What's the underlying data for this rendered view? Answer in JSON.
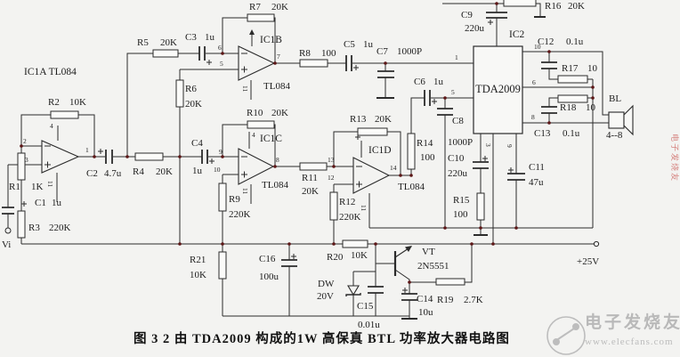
{
  "caption": {
    "text": "图 3 2  由 TDA2009 构成的1W 高保真 BTL 功率放大器电路图"
  },
  "labels": {
    "input": "Vi",
    "supply": "+25V",
    "speaker": "BL",
    "speaker_impedance": "4--8"
  },
  "ics": {
    "ic1a_header": "IC1A TL084",
    "ic1b": {
      "name": "IC1B",
      "part": "TL084"
    },
    "ic1c": {
      "name": "IC1C",
      "part": "TL084"
    },
    "ic1d": {
      "name": "IC1D",
      "part": "TL084"
    },
    "ic2": {
      "name": "IC2",
      "part": "TDA2009"
    }
  },
  "components": {
    "r1": {
      "ref": "R1",
      "value": "1K"
    },
    "r2": {
      "ref": "R2",
      "value": "10K"
    },
    "r3": {
      "ref": "R3",
      "value": "220K"
    },
    "r4": {
      "ref": "R4",
      "value": "20K"
    },
    "r5": {
      "ref": "R5",
      "value": "20K"
    },
    "r6": {
      "ref": "R6",
      "value": "20K"
    },
    "r7": {
      "ref": "R7",
      "value": "20K"
    },
    "r8": {
      "ref": "R8",
      "value": "100"
    },
    "r9": {
      "ref": "R9",
      "value": "220K"
    },
    "r10": {
      "ref": "R10",
      "value": "20K"
    },
    "r11": {
      "ref": "R11",
      "value": "20K"
    },
    "r12": {
      "ref": "R12",
      "value": "220K"
    },
    "r13": {
      "ref": "R13",
      "value": "20K"
    },
    "r14": {
      "ref": "R14",
      "value": "100"
    },
    "r15": {
      "ref": "R15",
      "value": "100"
    },
    "r16": {
      "ref": "R16",
      "value": "20K"
    },
    "r17": {
      "ref": "R17",
      "value": "10"
    },
    "r18": {
      "ref": "R18",
      "value": "10"
    },
    "r19": {
      "ref": "R19",
      "value": "2.7K"
    },
    "r20": {
      "ref": "R20",
      "value": "10K"
    },
    "r21": {
      "ref": "R21",
      "value": "10K"
    },
    "c1": {
      "ref": "C1",
      "value": "1u"
    },
    "c2": {
      "ref": "C2",
      "value": "4.7u"
    },
    "c3": {
      "ref": "C3",
      "value": "1u"
    },
    "c4": {
      "ref": "C4",
      "value": "1u"
    },
    "c5": {
      "ref": "C5",
      "value": "1u"
    },
    "c6": {
      "ref": "C6",
      "value": "1u"
    },
    "c7": {
      "ref": "C7",
      "value": "1000P"
    },
    "c8": {
      "ref": "C8",
      "value": "1000P"
    },
    "c9": {
      "ref": "C9",
      "value": "220u"
    },
    "c10": {
      "ref": "C10",
      "value": "220u"
    },
    "c11": {
      "ref": "C11",
      "value": "47u"
    },
    "c12": {
      "ref": "C12",
      "value": "0.1u"
    },
    "c13": {
      "ref": "C13",
      "value": "0.1u"
    },
    "c14": {
      "ref": "C14",
      "value": "10u"
    },
    "c15": {
      "ref": "C15",
      "value": "0.01u"
    },
    "c16": {
      "ref": "C16",
      "value": "100u"
    },
    "dw": {
      "ref": "DW",
      "value": "20V"
    },
    "vt": {
      "ref": "VT",
      "value": "2N5551"
    }
  },
  "pins": {
    "ic1a": {
      "p4": "4",
      "p2": "2",
      "p3": "3",
      "p1": "1",
      "p11": "11"
    },
    "ic1b": {
      "p6": "6",
      "p5": "5",
      "p7": "7",
      "p11": "11"
    },
    "ic1c": {
      "p4": "4",
      "p9": "9",
      "p10": "10",
      "p8": "8",
      "p11": "11"
    },
    "ic1d": {
      "p13": "13",
      "p12": "12",
      "p14": "14",
      "p11": "11"
    },
    "ic2": {
      "p1": "1",
      "p5": "5",
      "p10": "10",
      "p6": "6",
      "p8": "8",
      "p3": "3",
      "p9": "9"
    }
  },
  "watermark": {
    "site_name": "电子发烧友",
    "site_url": "www.elecfans.com",
    "side_text": "电子发烧友"
  },
  "colors": {
    "background": "#f3f3f1",
    "ink": "#2b2b2b",
    "junction_dot": "#5c1616",
    "watermark_gray": "#b9b9b9",
    "watermark_red": "#c9524f"
  }
}
